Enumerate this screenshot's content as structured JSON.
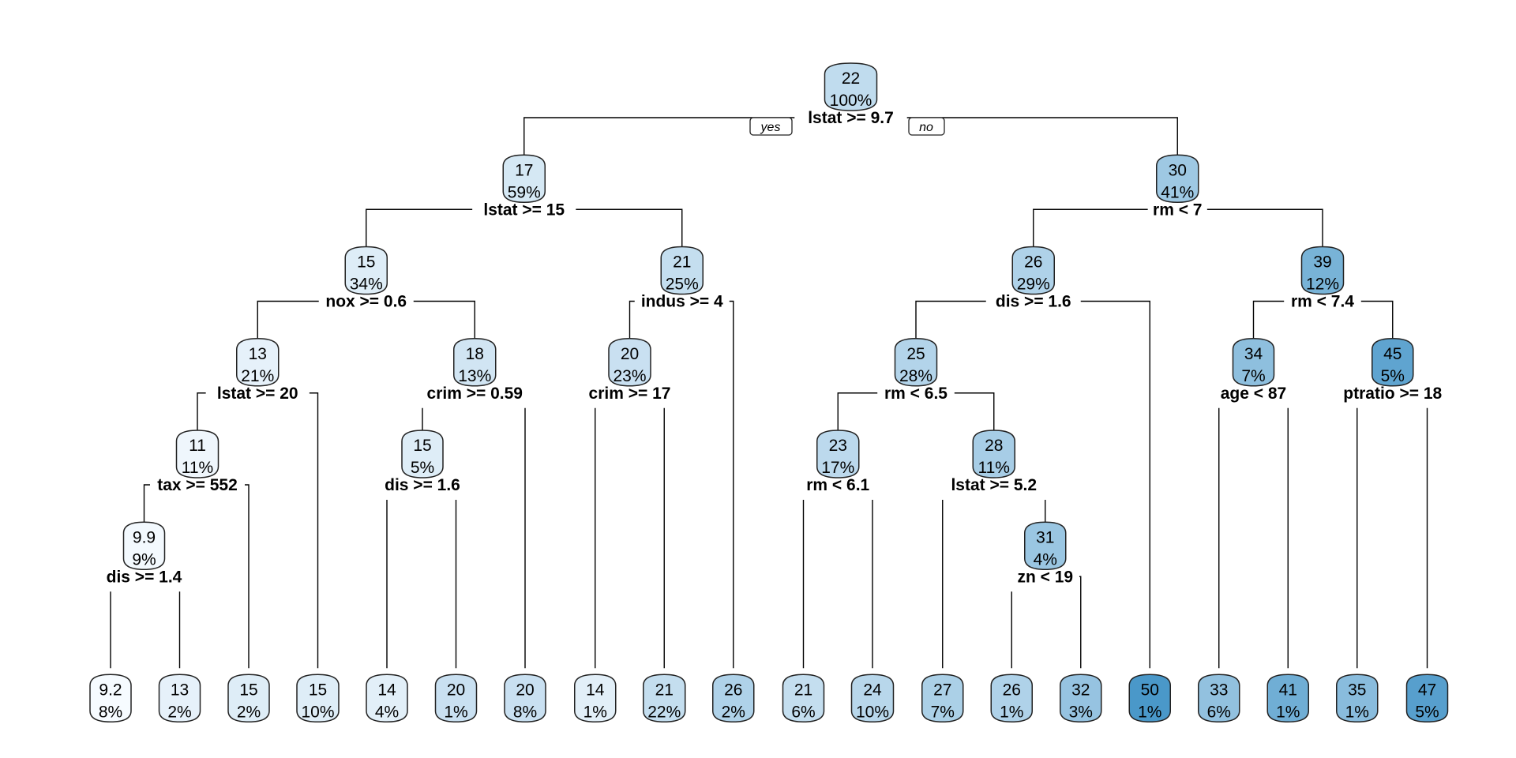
{
  "title": "Regression tree (rpart) - Boston housing medv",
  "legend": {
    "yes_label": "yes",
    "no_label": "no"
  },
  "color_scale": {
    "low": "#f7fbff",
    "high": "#4a98c9"
  },
  "nodes": [
    {
      "id": 1,
      "value": "22",
      "pct": "100%",
      "split": "lstat >= 9.7"
    },
    {
      "id": 2,
      "value": "17",
      "pct": "59%",
      "split": "lstat >= 15"
    },
    {
      "id": 3,
      "value": "30",
      "pct": "41%",
      "split": "rm < 7"
    },
    {
      "id": 4,
      "value": "15",
      "pct": "34%",
      "split": "nox >= 0.6"
    },
    {
      "id": 5,
      "value": "21",
      "pct": "25%",
      "split": "indus >= 4"
    },
    {
      "id": 6,
      "value": "26",
      "pct": "29%",
      "split": "dis >= 1.6"
    },
    {
      "id": 7,
      "value": "39",
      "pct": "12%",
      "split": "rm < 7.4"
    },
    {
      "id": 8,
      "value": "13",
      "pct": "21%",
      "split": "lstat >= 20"
    },
    {
      "id": 9,
      "value": "18",
      "pct": "13%",
      "split": "crim >= 0.59"
    },
    {
      "id": 10,
      "value": "20",
      "pct": "23%",
      "split": "crim >= 17"
    },
    {
      "id": 12,
      "value": "25",
      "pct": "28%",
      "split": "rm < 6.5"
    },
    {
      "id": 14,
      "value": "34",
      "pct": "7%",
      "split": "age < 87"
    },
    {
      "id": 15,
      "value": "45",
      "pct": "5%",
      "split": "ptratio >= 18"
    },
    {
      "id": 16,
      "value": "11",
      "pct": "11%",
      "split": "tax >= 552"
    },
    {
      "id": 18,
      "value": "15",
      "pct": "5%",
      "split": "dis >= 1.6"
    },
    {
      "id": 24,
      "value": "23",
      "pct": "17%",
      "split": "rm < 6.1"
    },
    {
      "id": 25,
      "value": "28",
      "pct": "11%",
      "split": "lstat >= 5.2"
    },
    {
      "id": 32,
      "value": "9.9",
      "pct": "9%",
      "split": "dis >= 1.4"
    },
    {
      "id": 51,
      "value": "31",
      "pct": "4%",
      "split": "zn < 19"
    }
  ],
  "leaves": [
    {
      "value": "9.2",
      "pct": "8%"
    },
    {
      "value": "13",
      "pct": "2%"
    },
    {
      "value": "15",
      "pct": "2%"
    },
    {
      "value": "15",
      "pct": "10%"
    },
    {
      "value": "14",
      "pct": "4%"
    },
    {
      "value": "20",
      "pct": "1%"
    },
    {
      "value": "20",
      "pct": "8%"
    },
    {
      "value": "14",
      "pct": "1%"
    },
    {
      "value": "21",
      "pct": "22%"
    },
    {
      "value": "26",
      "pct": "2%"
    },
    {
      "value": "21",
      "pct": "6%"
    },
    {
      "value": "24",
      "pct": "10%"
    },
    {
      "value": "27",
      "pct": "7%"
    },
    {
      "value": "26",
      "pct": "1%"
    },
    {
      "value": "32",
      "pct": "3%"
    },
    {
      "value": "50",
      "pct": "1%"
    },
    {
      "value": "33",
      "pct": "6%"
    },
    {
      "value": "41",
      "pct": "1%"
    },
    {
      "value": "35",
      "pct": "1%"
    },
    {
      "value": "47",
      "pct": "5%"
    }
  ]
}
